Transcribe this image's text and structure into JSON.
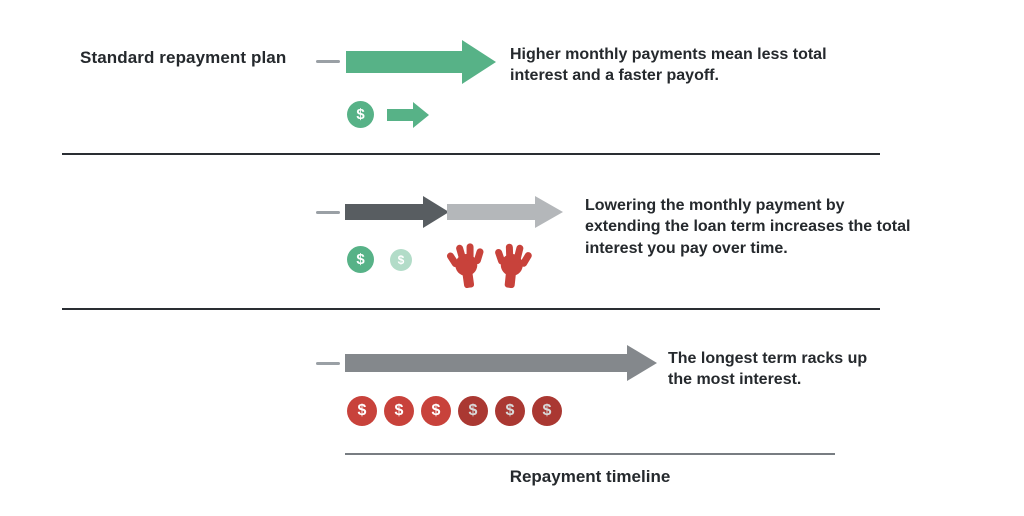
{
  "colors": {
    "green": "#57b287",
    "dark": "#25292d",
    "gray-dark": "#585d61",
    "gray-light": "#b4b7ba",
    "gray-mid": "#84888c",
    "red": "#c8423b",
    "divider": "#2a2e33"
  },
  "glyphs": {
    "dollar": "$"
  },
  "rows": [
    {
      "label": "Standard repayment plan",
      "description": "Higher monthly payments mean less total interest and a faster payoff."
    },
    {
      "description": "Lowering the monthly payment by extending the loan term increases the total interest you pay over time."
    },
    {
      "description": "The longest term racks up the most interest."
    }
  ],
  "axis": {
    "label": "Repayment timeline"
  }
}
